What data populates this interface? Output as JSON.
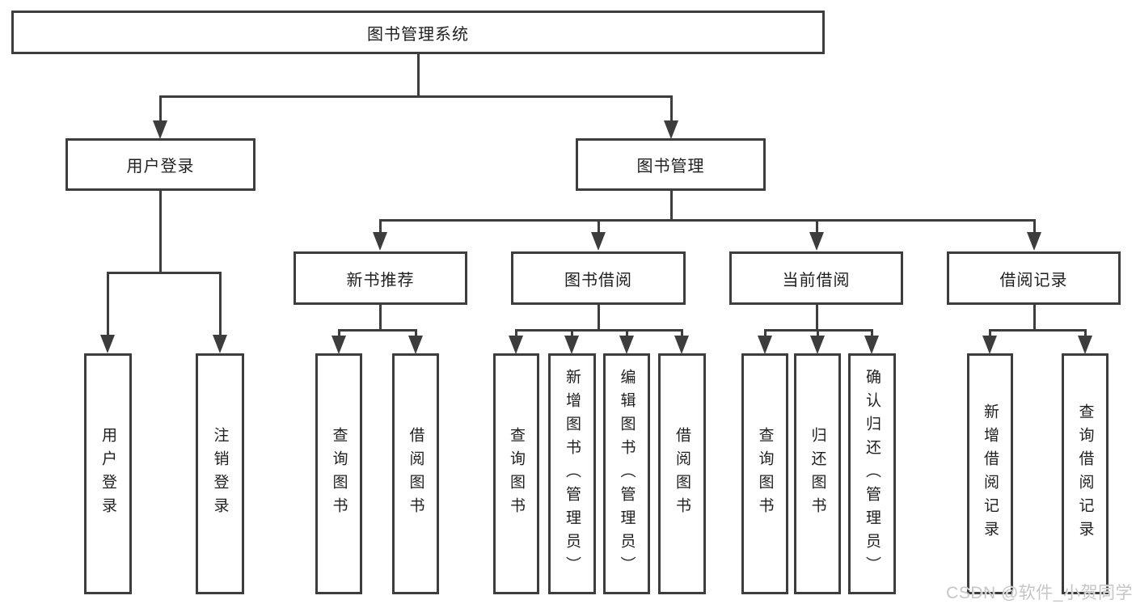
{
  "tree": {
    "label": "图书管理系统",
    "children": [
      {
        "label": "用户登录",
        "children": [
          {
            "label": "用户登录"
          },
          {
            "label": "注销登录"
          }
        ]
      },
      {
        "label": "图书管理",
        "children": [
          {
            "label": "新书推荐",
            "children": [
              {
                "label": "查询图书"
              },
              {
                "label": "借阅图书"
              }
            ]
          },
          {
            "label": "图书借阅",
            "children": [
              {
                "label": "查询图书"
              },
              {
                "label": "新增图书（管理员）"
              },
              {
                "label": "编辑图书（管理员）"
              },
              {
                "label": "借阅图书"
              }
            ]
          },
          {
            "label": "当前借阅",
            "children": [
              {
                "label": "查询图书"
              },
              {
                "label": "归还图书"
              },
              {
                "label": "确认归还（管理员）"
              }
            ]
          },
          {
            "label": "借阅记录",
            "children": [
              {
                "label": "新增借阅记录"
              },
              {
                "label": "查询借阅记录"
              }
            ]
          }
        ]
      }
    ]
  },
  "watermark": {
    "text": "CSDN @软件_小贺同学"
  },
  "colors": {
    "line": "#3d3d3d",
    "box_border": "#3d3d3d",
    "text": "#1f1f1f",
    "watermark": "#c6c6c6",
    "background": "#ffffff"
  }
}
